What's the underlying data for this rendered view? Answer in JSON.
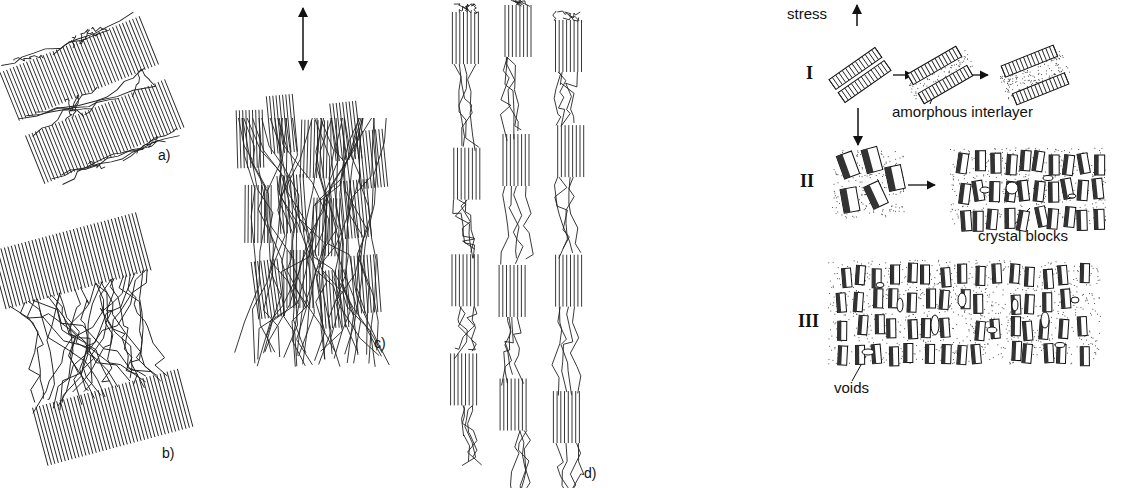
{
  "diagram": {
    "labels": [
      "a)",
      "b)",
      "c)",
      "d)",
      "stress",
      "I",
      "II",
      "III",
      "amorphous interlayer",
      "crystal blocks",
      "voids"
    ]
  }
}
